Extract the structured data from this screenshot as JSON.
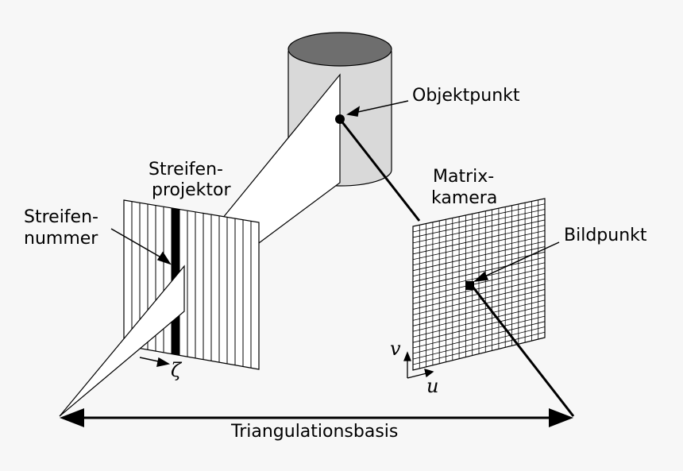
{
  "labels": {
    "object_point": "Objektpunkt",
    "projector_line1": "Streifen-",
    "projector_line2": "projektor",
    "stripe_number_line1": "Streifen-",
    "stripe_number_line2": "nummer",
    "camera_line1": "Matrix-",
    "camera_line2": "kamera",
    "image_point": "Bildpunkt",
    "axis_v": "v",
    "axis_u": "u",
    "zeta": "ζ",
    "baseline": "Triangulationsbasis"
  },
  "colors": {
    "background": "#f7f7f7",
    "cylinder_side": "#d9d9d9",
    "cylinder_top": "#6e6e6e",
    "line": "#000000",
    "panel": "#ffffff"
  },
  "grid": {
    "projector_stripes": 17,
    "highlighted_stripe": 6,
    "camera_cols": 20,
    "camera_rows": 26
  }
}
